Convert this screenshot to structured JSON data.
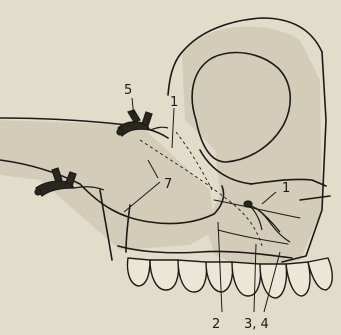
{
  "labels": {
    "l5": "5",
    "l1_top": "1",
    "l7": "7",
    "l1_right": "1",
    "l2": "2",
    "l34": "3, 4"
  },
  "colors": {
    "ink": "#1c1a16",
    "paper": "#e2dccb",
    "bone_shade": "#cfc8b4"
  }
}
